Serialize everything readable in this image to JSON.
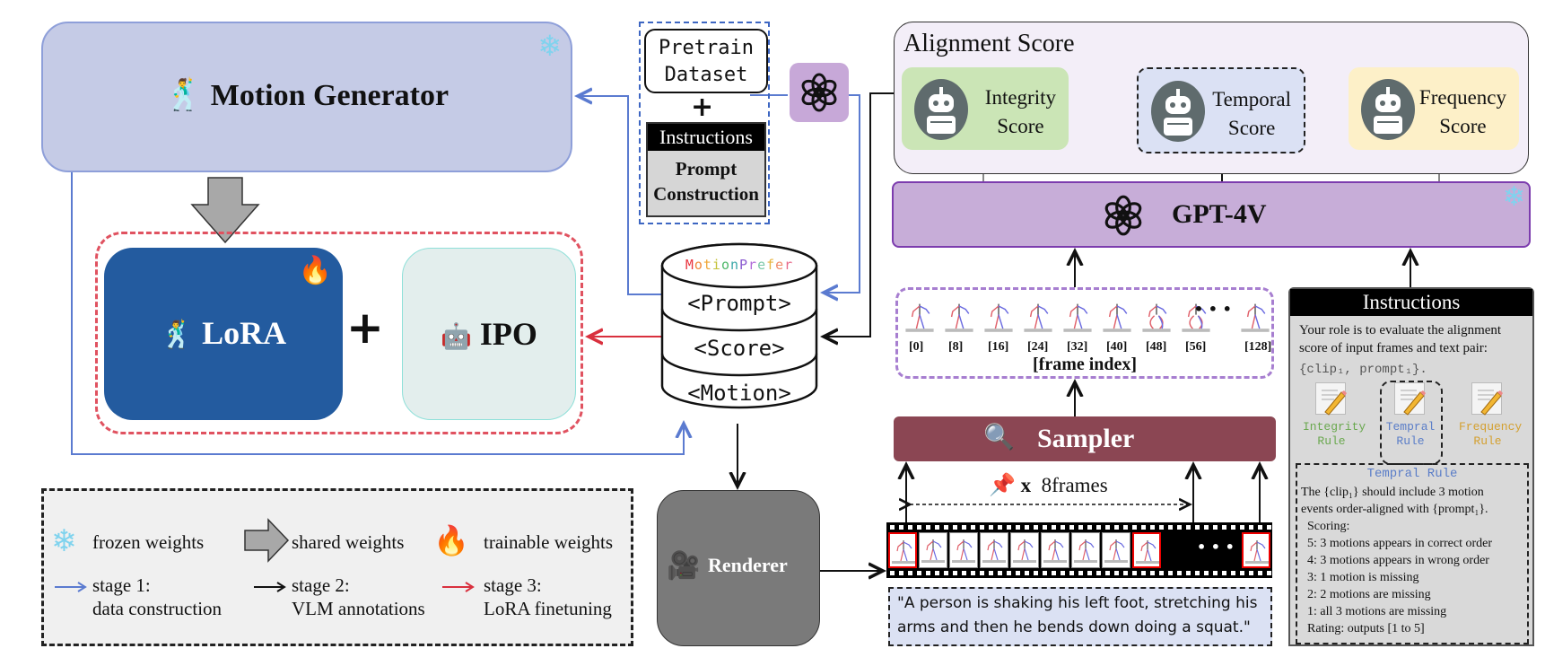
{
  "motion_generator": {
    "title": "Motion Generator",
    "figure_icon": "🕺",
    "state_icon": "❄"
  },
  "lora": {
    "title": "LoRA",
    "figure_icon": "🕺",
    "state_icon": "🔥"
  },
  "ipo": {
    "title": "IPO",
    "icon": "🤖"
  },
  "plus": "+",
  "pretrain": {
    "dataset_line1": "Pretrain",
    "dataset_line2": "Dataset",
    "plus": "+",
    "instructions_header": "Instructions",
    "body_line1": "Prompt",
    "body_line2": "Construction"
  },
  "database": {
    "title_letters": [
      {
        "ch": "M",
        "color": "#e8323c"
      },
      {
        "ch": "o",
        "color": "#f08a3a"
      },
      {
        "ch": "t",
        "color": "#f0a83a"
      },
      {
        "ch": "i",
        "color": "#c4c23a"
      },
      {
        "ch": "o",
        "color": "#4fb86a"
      },
      {
        "ch": "n",
        "color": "#3aa8a8"
      },
      {
        "ch": "P",
        "color": "#8a5ad0"
      },
      {
        "ch": "r",
        "color": "#b06ad8"
      },
      {
        "ch": "e",
        "color": "#7cc8a8"
      },
      {
        "ch": "f",
        "color": "#e8b440"
      },
      {
        "ch": "e",
        "color": "#f08a6a"
      },
      {
        "ch": "r",
        "color": "#e86a8a"
      }
    ],
    "rows": [
      "<Prompt>",
      "<Score>",
      "<Motion>"
    ]
  },
  "renderer": {
    "title": "Renderer",
    "icon": "🎥"
  },
  "legend": {
    "frozen": "frozen weights",
    "shared": "shared weights",
    "trainable": "trainable weights",
    "stage1_line1": "stage 1:",
    "stage1_line2": "data construction",
    "stage2_line1": "stage 2:",
    "stage2_line2": "VLM annotations",
    "stage3_line1": "stage 3:",
    "stage3_line2": "LoRA finetuning",
    "colors": {
      "stage1": "#5b7bd0",
      "stage2": "#111111",
      "stage3": "#d9303e"
    }
  },
  "alignment": {
    "title": "Alignment Score",
    "scores": [
      {
        "line1": "Integrity",
        "line2": "Score",
        "bg": "#cbe5b6"
      },
      {
        "line1": "Temporal",
        "line2": "Score",
        "bg": "#dbe1f4"
      },
      {
        "line1": "Frequency",
        "line2": "Score",
        "bg": "#fdf0c8"
      }
    ]
  },
  "gpt4v": {
    "title": "GPT-4V"
  },
  "frames": {
    "labels": [
      "[0]",
      "[8]",
      "[16]",
      "[24]",
      "[32]",
      "[40]",
      "[48]",
      "[56]",
      "[128]"
    ],
    "ellipsis": "• • •",
    "caption": "[frame index]"
  },
  "sampler": {
    "title": "Sampler",
    "icon": "🔍"
  },
  "sampling": {
    "times": "x",
    "count_label": "8frames"
  },
  "prompt_text": {
    "line1": "\"A person is shaking his left foot, stretching his",
    "line2": "arms and then he bends down doing a squat.\""
  },
  "instructions": {
    "header": "Instructions",
    "line1": "Your role is to evaluate the alignment",
    "line2": "score of input frames and text pair:",
    "pair": "{clip₁, prompt₁}.",
    "rules": [
      {
        "line1": "Integrity",
        "line2": "Rule",
        "color": "#6aa84f"
      },
      {
        "line1": "Tempral",
        "line2": "Rule",
        "color": "#5a7dc8"
      },
      {
        "line1": "Frequency",
        "line2": "Rule",
        "color": "#d4a030"
      }
    ],
    "rule_detail": {
      "title": "Tempral Rule",
      "lines": [
        "The {clip₁} should include 3 motion",
        "events order-aligned with {prompt₁}.",
        "  Scoring:",
        "  5: 3 motions appears in correct order",
        "  4: 3 motions appears in wrong order",
        "  3: 1 motion is missing",
        "  2: 2 motions are missing",
        "  1: all 3 motions are missing",
        "  Rating: outputs [1 to 5]"
      ]
    }
  }
}
